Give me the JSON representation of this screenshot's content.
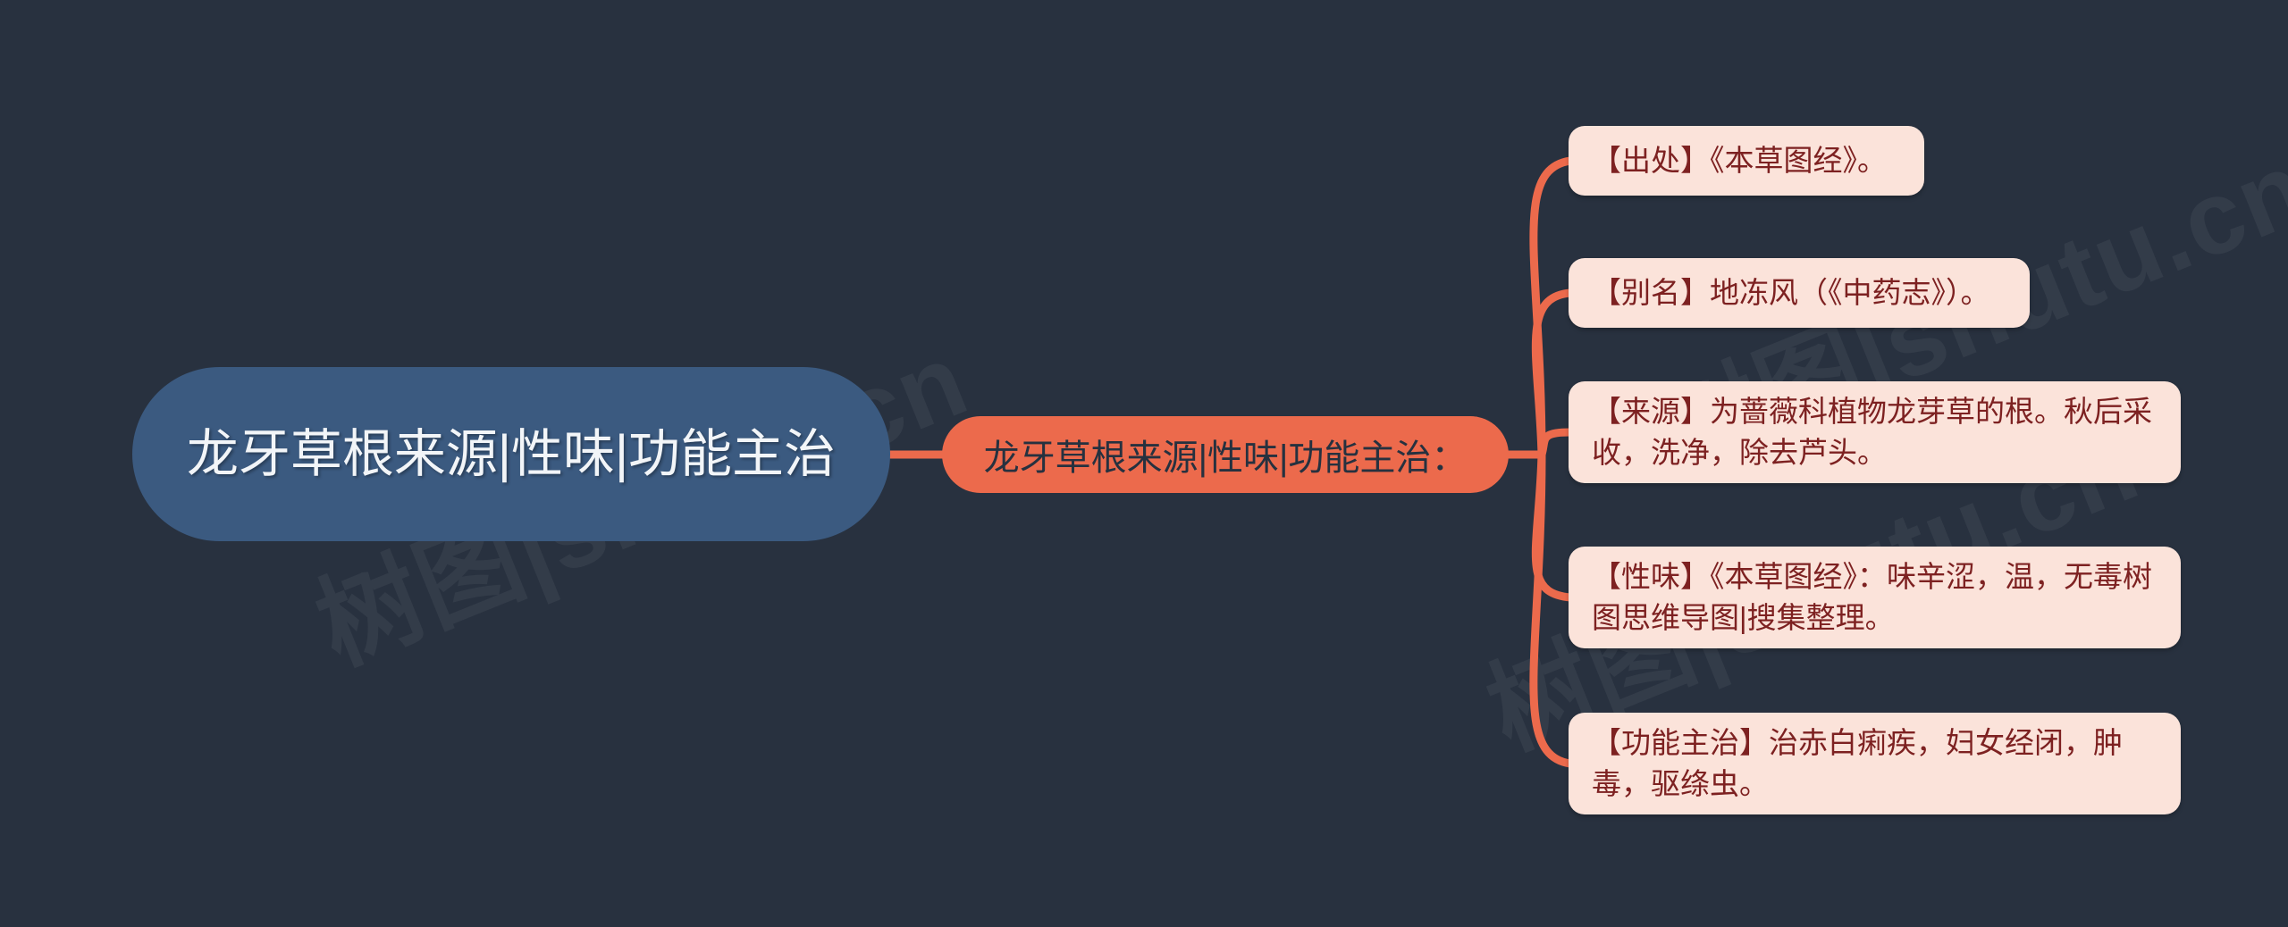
{
  "canvas": {
    "background_color": "#28313f",
    "accent_color": "#ec6a4c",
    "root_color": "#3b5a80",
    "leaf_color": "#fbe3da",
    "leaf_text_color": "#7d2121"
  },
  "watermark": {
    "text": "树图|shutu.cn"
  },
  "mindmap": {
    "root": {
      "label": "龙牙草根来源|性味|功能主治"
    },
    "branch": {
      "label": "龙牙草根来源|性味|功能主治："
    },
    "leaves": [
      {
        "label": "【出处】《本草图经》。"
      },
      {
        "label": "【别名】地冻风（《中药志》）。"
      },
      {
        "label": "【来源】为蔷薇科植物龙芽草的根。秋后采收，洗净，除去芦头。"
      },
      {
        "label": "【性味】《本草图经》：味辛涩，温，无毒树图思维导图|搜集整理。"
      },
      {
        "label": "【功能主治】治赤白痢疾，妇女经闭，肿毒，驱绦虫。"
      }
    ]
  }
}
